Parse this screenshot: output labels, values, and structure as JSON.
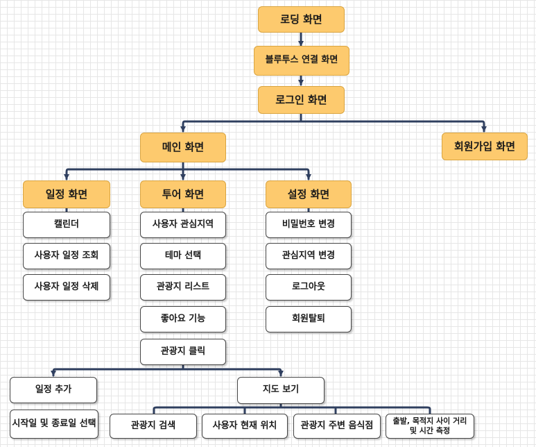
{
  "diagram": {
    "nodes": {
      "loading": "로딩 화면",
      "bluetooth": "블루투스 연결 화면",
      "login": "로그인 화면",
      "main": "메인 화면",
      "signup": "회원가입 화면",
      "schedule": "일정 화면",
      "tour": "투어 화면",
      "settings": "설정 화면",
      "calendar": "캘린더",
      "schedule_view": "사용자 일정 조회",
      "schedule_delete": "사용자 일정 삭제",
      "interest_area": "사용자 관심지역",
      "theme_select": "테마 선택",
      "spot_list": "관광지 리스트",
      "like": "좋아요 기능",
      "spot_click": "관광지 클릭",
      "password_change": "비밀번호 변경",
      "interest_change": "관심지역 변경",
      "logout": "로그아웃",
      "withdraw": "회원탈퇴",
      "add_schedule": "일정 추가",
      "map_view": "지도 보기",
      "date_select": "시작일 및 종료일 선택",
      "spot_search": "관광지 검색",
      "current_location": "사용자 현재 위치",
      "nearby_food": "관광지 주변 음식점",
      "distance_line1": "출발, 목적지 사이 거리",
      "distance_line2": "및 시간 측정"
    },
    "colors": {
      "primary_fill": "#fdca6e",
      "primary_border": "#d9a440",
      "secondary_fill": "#ffffff",
      "connector": "#2f3f5f"
    }
  }
}
